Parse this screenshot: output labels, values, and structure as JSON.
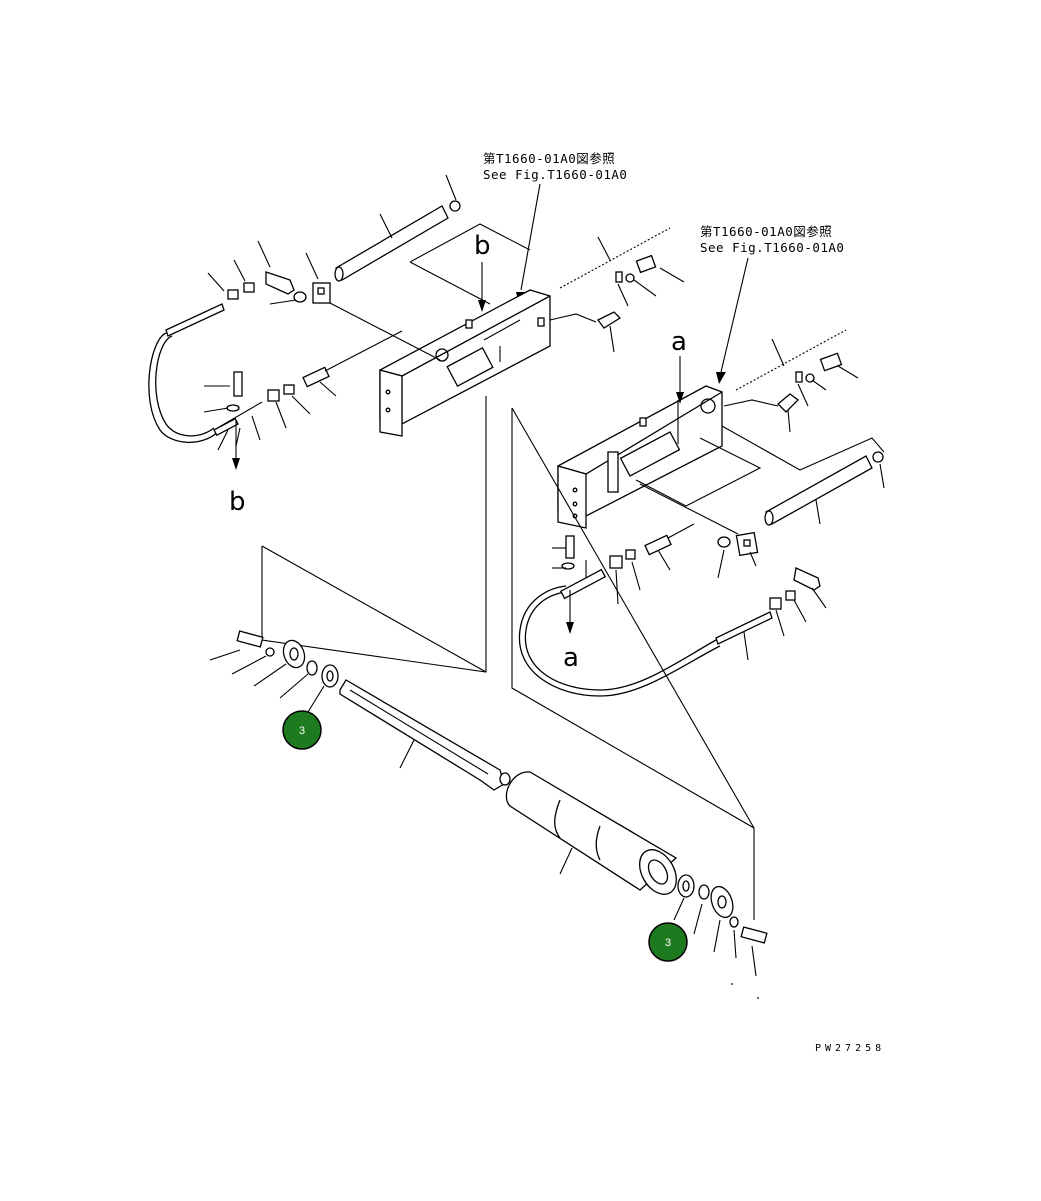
{
  "references": [
    {
      "jp": "第T1660-01A0図参照",
      "en": "See Fig.T1660-01A0"
    },
    {
      "jp": "第T1660-01A0図参照",
      "en": "See Fig.T1660-01A0"
    }
  ],
  "connectors": {
    "a_top": "a",
    "a_bottom": "a",
    "b_top": "b",
    "b_bottom": "b"
  },
  "badges": [
    {
      "label": "3",
      "color": "#1e7a1e"
    },
    {
      "label": "3",
      "color": "#1e7a1e"
    }
  ],
  "drawing_code": "PW27258"
}
